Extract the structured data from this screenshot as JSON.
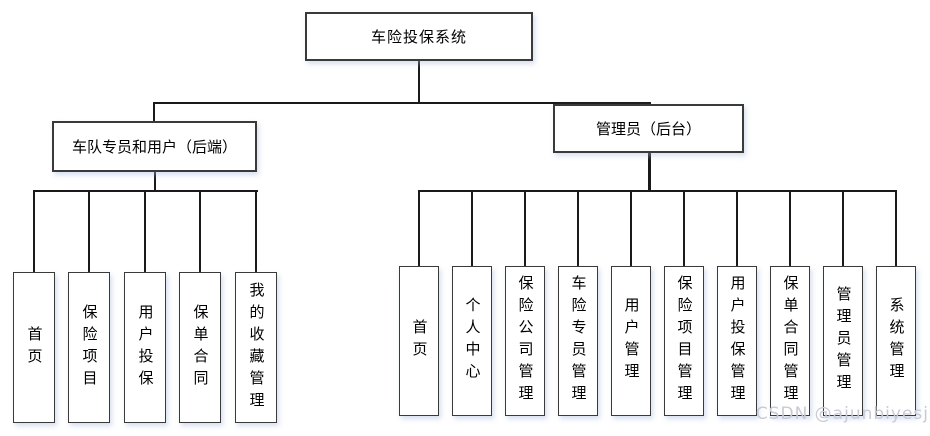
{
  "diagram": {
    "title": "车险投保系统",
    "root": {
      "label": "车险投保系统"
    },
    "branches": [
      {
        "label": "车队专员和用户（后端）",
        "children": [
          "首页",
          "保险项目",
          "用户投保",
          "保单合同",
          "我的收藏管理"
        ]
      },
      {
        "label": "管理员（后台）",
        "children": [
          "首页",
          "个人中心",
          "保险公司管理",
          "车险专员管理",
          "用户管理",
          "保险项目管理",
          "用户投保管理",
          "保单合同管理",
          "管理员管理",
          "系统管理"
        ]
      }
    ]
  },
  "watermark": {
    "text": "CSDN @ajunbiyesj"
  },
  "colors": {
    "line": "#1a1a1a",
    "box_border": "#3a3a3a",
    "box_fill": "#ffffff",
    "text": "#000000",
    "watermark": "#c8cad5",
    "background": "#ffffff"
  }
}
